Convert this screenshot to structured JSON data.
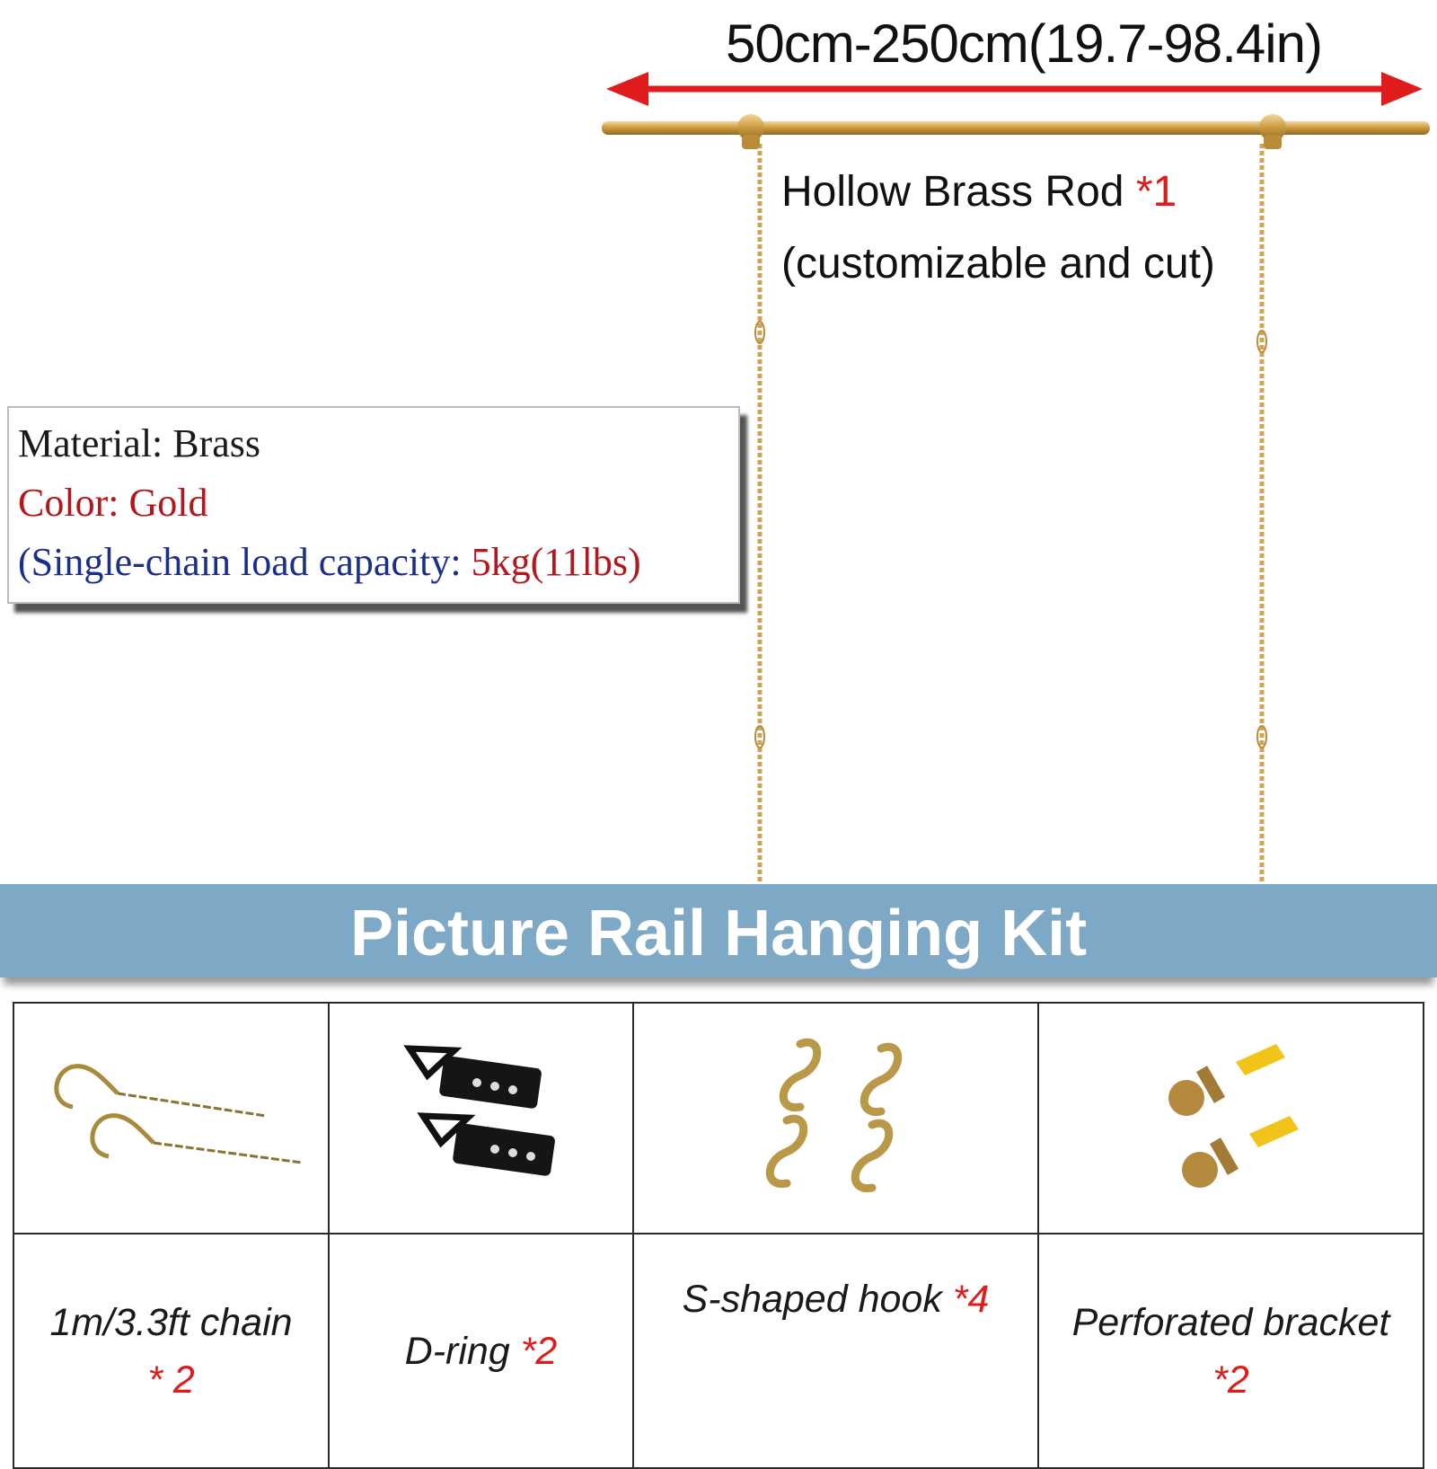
{
  "dimension_label": "50cm-250cm(19.7-98.4in)",
  "rod": {
    "title": "Hollow Brass Rod",
    "quantity": "*1",
    "subtitle": "(customizable and cut)"
  },
  "specs": {
    "material": "Material: Brass",
    "color": "Color: Gold",
    "load_prefix": "(Single-chain load capacity:",
    "load_value": "5kg(11lbs)"
  },
  "banner": {
    "title": "Picture Rail Hanging Kit"
  },
  "kit_items": [
    {
      "name": "1m/3.3ft chain",
      "quantity": "* 2",
      "icon": "chain-hook-icon"
    },
    {
      "name": "D-ring",
      "quantity": "*2",
      "icon": "d-ring-icon"
    },
    {
      "name": "S-shaped hook",
      "quantity": "*4",
      "icon": "s-hook-icon"
    },
    {
      "name": "Perforated bracket",
      "quantity": "*2",
      "icon": "bracket-icon"
    }
  ],
  "colors": {
    "arrow": "#e01b1b",
    "brass": "#d4a84b",
    "banner": "#7da9c6",
    "spec_color_text": "#b5151b",
    "spec_load_text": "#1b2f8a"
  }
}
